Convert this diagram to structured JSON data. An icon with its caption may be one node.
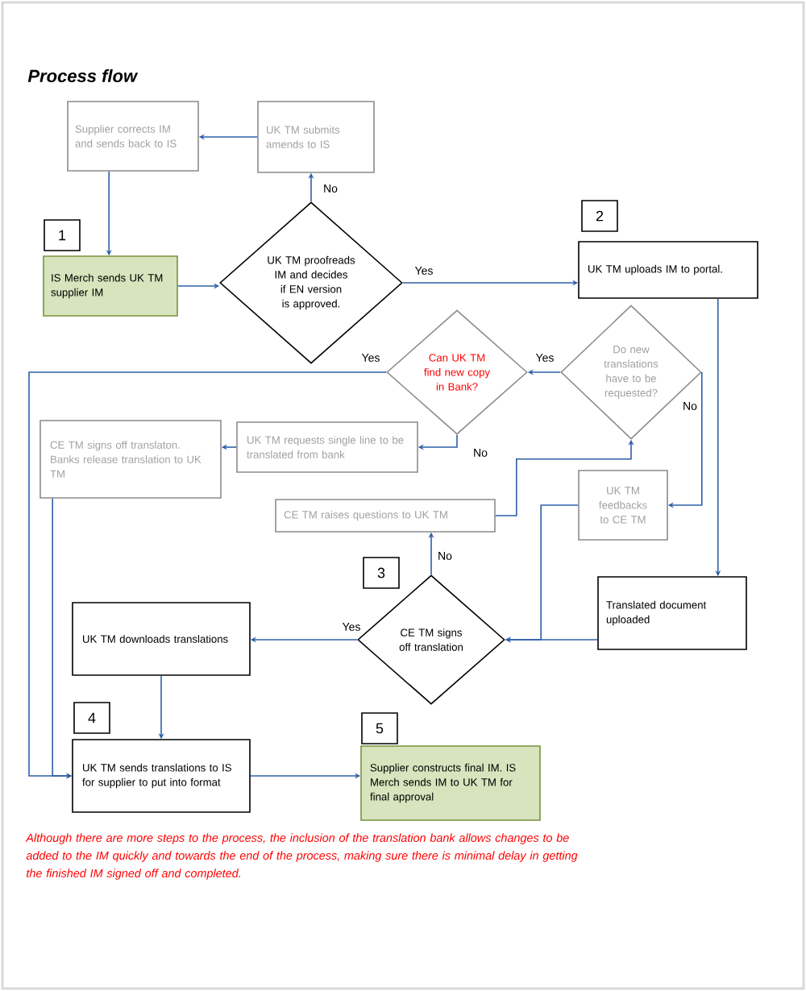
{
  "diagram": {
    "title": "Process flow",
    "caption": "Although there are more steps to the process, the inclusion of the translation bank allows changes to be added to the IM quickly and towards the end of the process, making sure there is minimal delay in getting the finished IM signed off and completed.",
    "nodes": [
      {
        "text": [
          "Supplier corrects IM and sends back to IS"
        ]
      },
      {
        "text": [
          "UK TM submits amends to IS"
        ]
      },
      {
        "text": [
          "IS Merch sends UK TM supplier IM"
        ],
        "beside": [
          "1"
        ]
      },
      {
        "text": [
          "UK TM proofreads IM and decides if EN version is approved."
        ]
      },
      {
        "text": [
          "UK TM uploads IM to portal."
        ],
        "beside": [
          "2"
        ]
      },
      {
        "text": [
          "Do new translations have to be requested?"
        ]
      },
      {
        "text": [
          "Can UK TM find new copy in Bank?"
        ]
      },
      {
        "text": [
          "UK TM requests single line to be translated from bank"
        ]
      },
      {
        "text": [
          "CE TM signs off translaton. Banks release translation to UK TM"
        ]
      },
      {
        "text": [
          "CE TM raises questions to UK TM"
        ]
      },
      {
        "text": [
          "UK TM feedbacks to CE TM"
        ]
      },
      {
        "text": [
          "CE TM signs off translation"
        ],
        "beside": [
          "3"
        ]
      },
      {
        "text": [
          "Translated document uploaded"
        ]
      },
      {
        "text": [
          "UK TM downloads translations"
        ]
      },
      {
        "text": [
          "UK TM sends translations to IS for supplier to put into format"
        ],
        "beside": [
          "4"
        ]
      },
      {
        "text": [
          "Supplier constructs final IM. IS Merch sends IM to UK TM for final approval"
        ],
        "beside": [
          "5"
        ]
      }
    ],
    "edges": [
      {
        "from": 1,
        "to": 0,
        "arrow": "to"
      },
      {
        "from": 0,
        "to": 2,
        "arrow": "to"
      },
      {
        "from": 3,
        "to": 1,
        "arrow": "to",
        "label": "No"
      },
      {
        "from": 2,
        "to": 3,
        "arrow": "to"
      },
      {
        "from": 3,
        "to": 4,
        "arrow": "to",
        "label": "Yes"
      },
      {
        "from": 4,
        "to": 12,
        "arrow": "to"
      },
      {
        "from": 5,
        "to": 6,
        "arrow": "to",
        "label": "Yes"
      },
      {
        "from": 5,
        "to": 10,
        "arrow": "to",
        "label": "No"
      },
      {
        "from": 9,
        "to": 5,
        "arrow": "to"
      },
      {
        "from": 10,
        "to": 11,
        "arrow": "to"
      },
      {
        "from": 12,
        "to": 11,
        "arrow": "to"
      },
      {
        "from": 6,
        "to": 14,
        "arrow": "to",
        "label": "Yes"
      },
      {
        "from": 6,
        "to": 7,
        "arrow": "to",
        "label": "No"
      },
      {
        "from": 7,
        "to": 8,
        "arrow": "to"
      },
      {
        "from": 8,
        "to": 14,
        "arrow": "to"
      },
      {
        "from": 11,
        "to": 9,
        "arrow": "to",
        "label": "No"
      },
      {
        "from": 11,
        "to": 13,
        "arrow": "to",
        "label": "Yes"
      },
      {
        "from": 13,
        "to": 14,
        "arrow": "to"
      },
      {
        "from": 14,
        "to": 15,
        "arrow": "to"
      }
    ]
  }
}
